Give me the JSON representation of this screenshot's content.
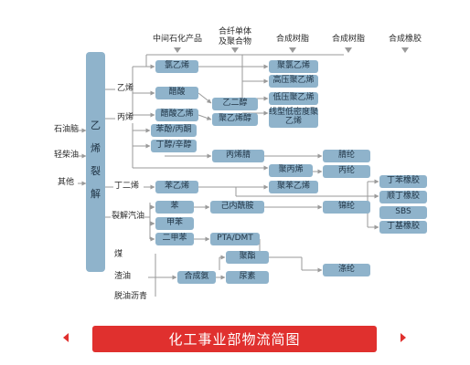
{
  "headers": {
    "intermediate": "中间石化产品",
    "fiber_monomer": "合纤单体\n及聚合物",
    "resin_1": "合成树脂",
    "resin_2": "合成树脂",
    "rubber": "合成橡胶"
  },
  "feedstocks": {
    "crude": "石油脑",
    "diesel": "轻柴油",
    "other": "其他"
  },
  "cracker": [
    "乙",
    "烯",
    "裂",
    "解"
  ],
  "streams": {
    "ethylene": "乙烯",
    "propylene": "丙烯",
    "butadiene": "丁二烯",
    "pyrolysis_gasoline": "裂解汽油",
    "coal": "煤",
    "residue": "渣油",
    "asphalt": "脱油沥青"
  },
  "nodes": {
    "vinyl_chloride": "氯乙烯",
    "acetic_acid": "醋酸",
    "vinyl_acetate": "醋酸乙烯",
    "phenol_acetone": "苯酚/丙酮",
    "butanol_octanol": "丁醇/辛醇",
    "styrene": "苯乙烯",
    "benzene": "苯",
    "toluene": "甲苯",
    "xylene": "二甲苯",
    "ethylene_glycol": "乙二醇",
    "pva": "聚乙烯醇",
    "acrylonitrile": "丙烯腈",
    "caprolactam": "己内酰胺",
    "pta_dmt": "PTA/DMT",
    "polyester": "聚酯",
    "syngas": "合成氨",
    "urea": "尿素",
    "pvc": "聚氯乙烯",
    "hdpe": "高压聚乙烯",
    "ldpe": "低压聚乙烯",
    "lldpe": "线型低密度聚乙烯",
    "pp": "聚丙烯",
    "ps": "聚苯乙烯",
    "acrylic_fiber": "腈纶",
    "pp_fiber": "丙纶",
    "nylon": "锦纶",
    "polyester_fiber": "涤纶",
    "sbr": "丁苯橡胶",
    "br": "顺丁橡胶",
    "sbs": "SBS",
    "nbr": "丁基橡胶"
  },
  "banner": "化工事业部物流简图",
  "colors": {
    "node": "#8fb3cb",
    "banner": "#e0302e",
    "line": "#9a9a9a"
  }
}
